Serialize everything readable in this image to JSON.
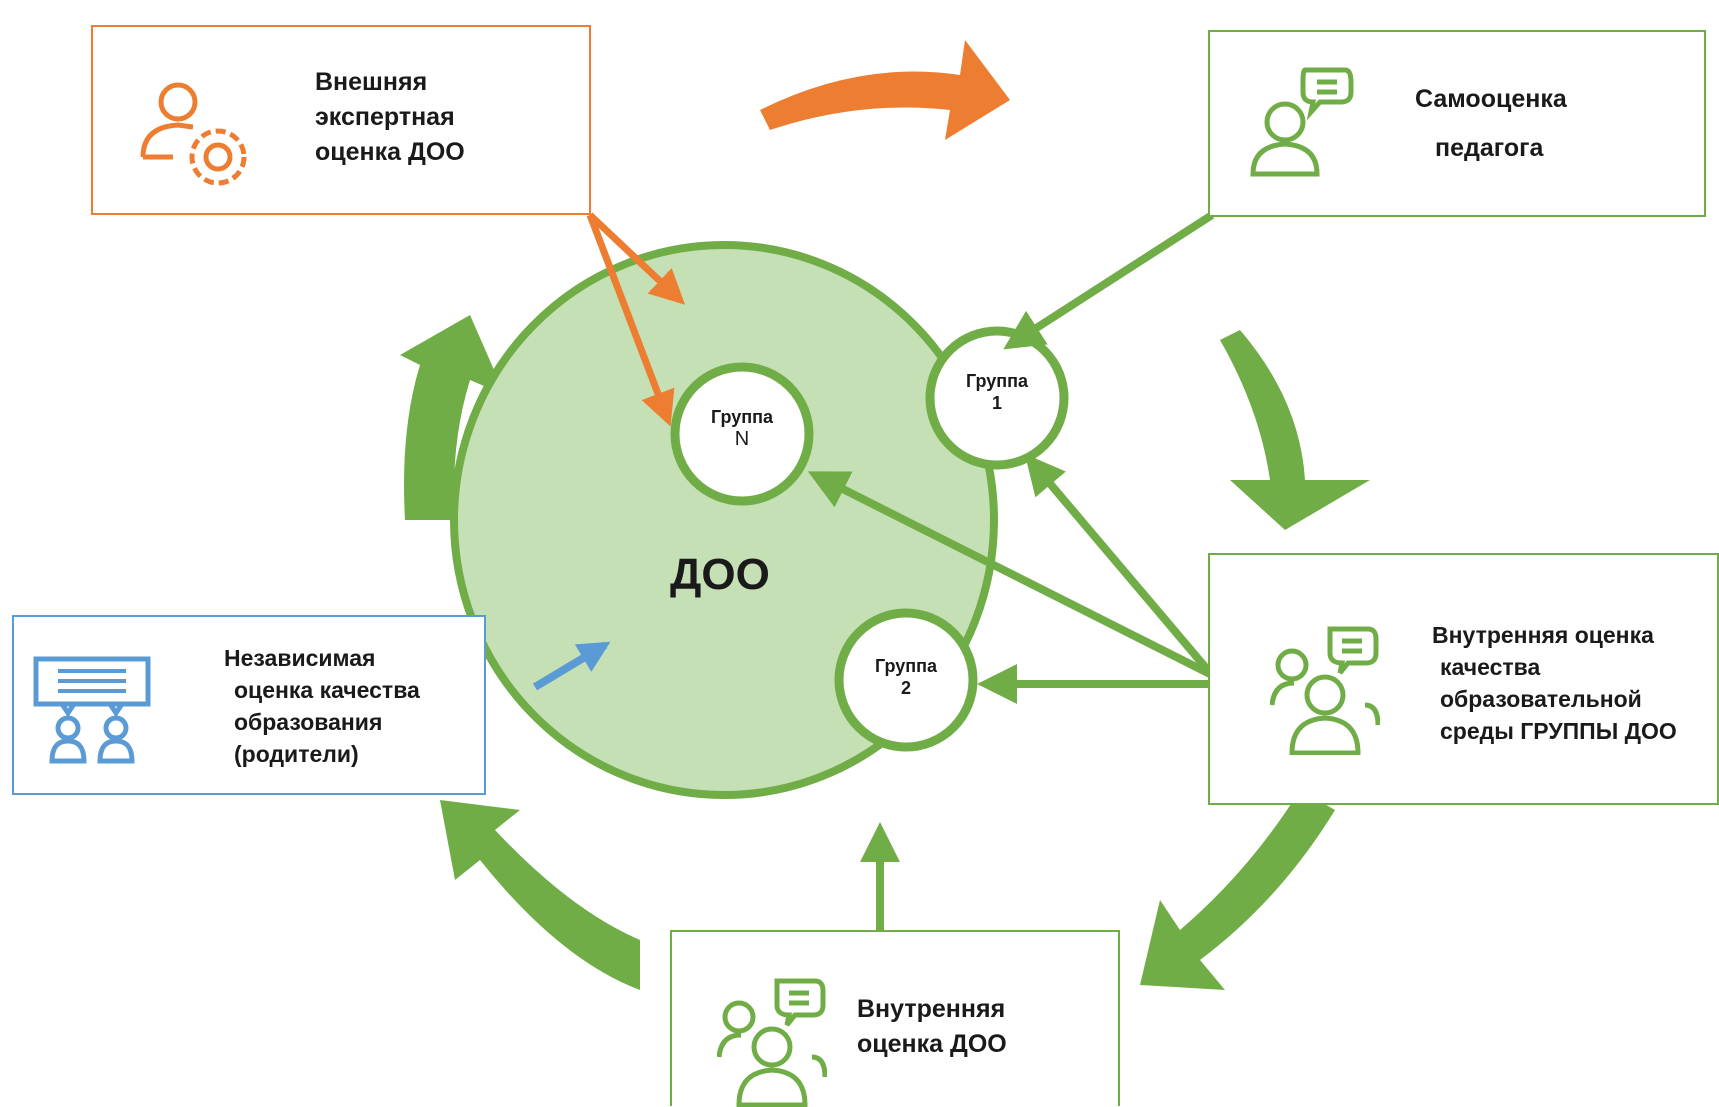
{
  "center": {
    "label": "ДОО"
  },
  "groups": [
    {
      "title": "Группа",
      "suffix": "N"
    },
    {
      "title": "Группа",
      "suffix": "1"
    },
    {
      "title": "Группа",
      "suffix": "2"
    }
  ],
  "boxes": {
    "external": {
      "lines": [
        "Внешняя",
        "экспертная",
        "оценка ДОО"
      ],
      "icon": "person-gear-icon"
    },
    "self": {
      "lines": [
        "Самооценка",
        "педагога"
      ],
      "icon": "person-speech-icon"
    },
    "group_internal": {
      "lines": [
        "Внутренняя оценка",
        "качества",
        "образовательной",
        "среды ГРУППЫ ДОО"
      ],
      "icon": "group-speech-icon"
    },
    "internal": {
      "lines": [
        "Внутренняя",
        "оценка ДОО"
      ],
      "icon": "group-speech-icon"
    },
    "independent": {
      "lines": [
        "Независимая",
        "оценка качества",
        "образования",
        "(родители)"
      ],
      "icon": "presentation-people-icon"
    }
  },
  "colors": {
    "orange": "#ed7d31",
    "green": "#70ad47",
    "light_green": "#c5e0b4",
    "blue": "#5b9bd5"
  }
}
